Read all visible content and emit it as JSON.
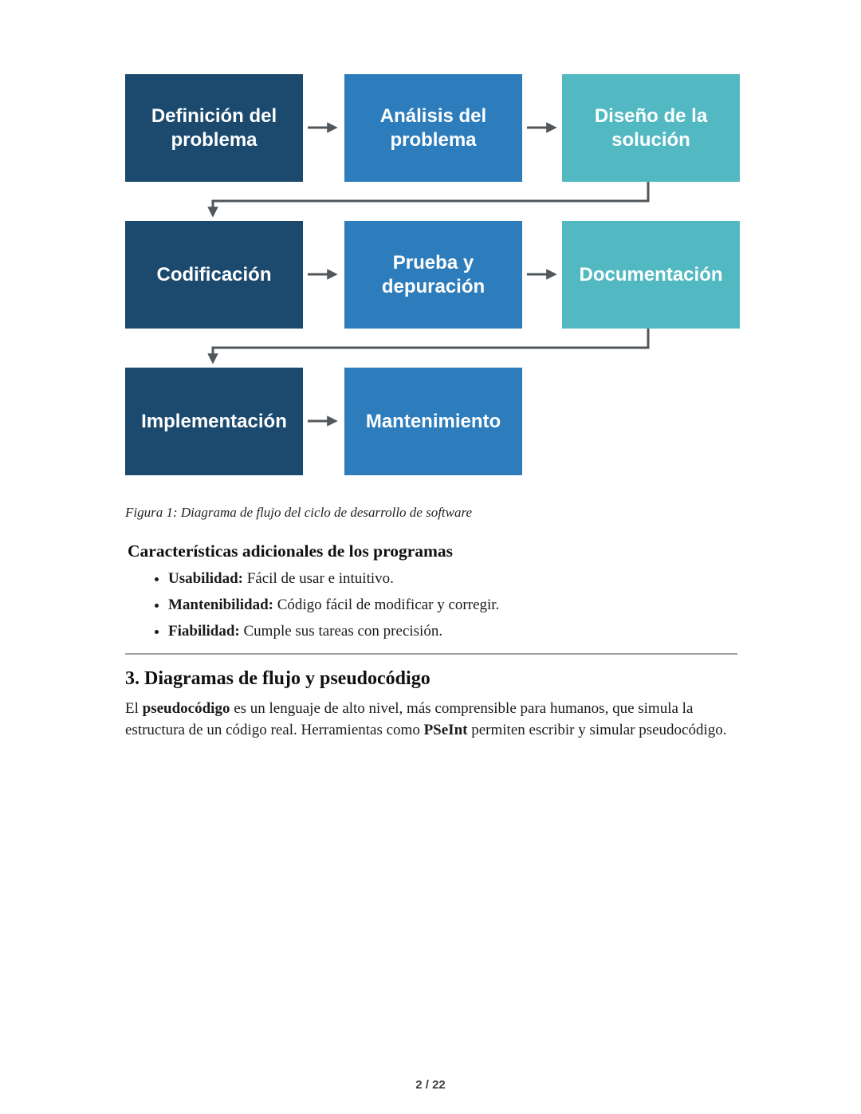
{
  "colors": {
    "box-dark": "#1B4A6E",
    "box-medium": "#2D7DBC",
    "box-teal": "#52B9C3",
    "arrow": "#51575B",
    "divider": "#9CA2A6"
  },
  "flowchart": {
    "boxes": [
      {
        "label": "Definición del problema"
      },
      {
        "label": "Análisis del problema"
      },
      {
        "label": "Diseño de la solución"
      },
      {
        "label": "Codificación"
      },
      {
        "label": "Prueba y depuración"
      },
      {
        "label": "Documentación"
      },
      {
        "label": "Implementación"
      },
      {
        "label": "Mantenimiento"
      }
    ]
  },
  "caption": "Figura 1: Diagrama de flujo del ciclo de desarrollo de software",
  "section1": {
    "heading": "Características adicionales de los programas",
    "bullets": [
      {
        "term": "Usabilidad:",
        "text": " Fácil de usar e intuitivo."
      },
      {
        "term": "Mantenibilidad:",
        "text": " Código fácil de modificar y corregir."
      },
      {
        "term": "Fiabilidad:",
        "text": " Cumple sus tareas con precisión."
      }
    ]
  },
  "section2": {
    "heading": "3. Diagramas de flujo y pseudocódigo",
    "paragraph": {
      "p1": "El ",
      "b1": "pseudocódigo",
      "p2": " es un lenguaje de alto nivel, más comprensible para humanos, que simula la estructura de un código real. Herramientas como ",
      "b2": "PSeInt",
      "p3": " permiten escribir y simular pseudocódigo."
    }
  },
  "footer": {
    "page_number": "2 / 22"
  }
}
